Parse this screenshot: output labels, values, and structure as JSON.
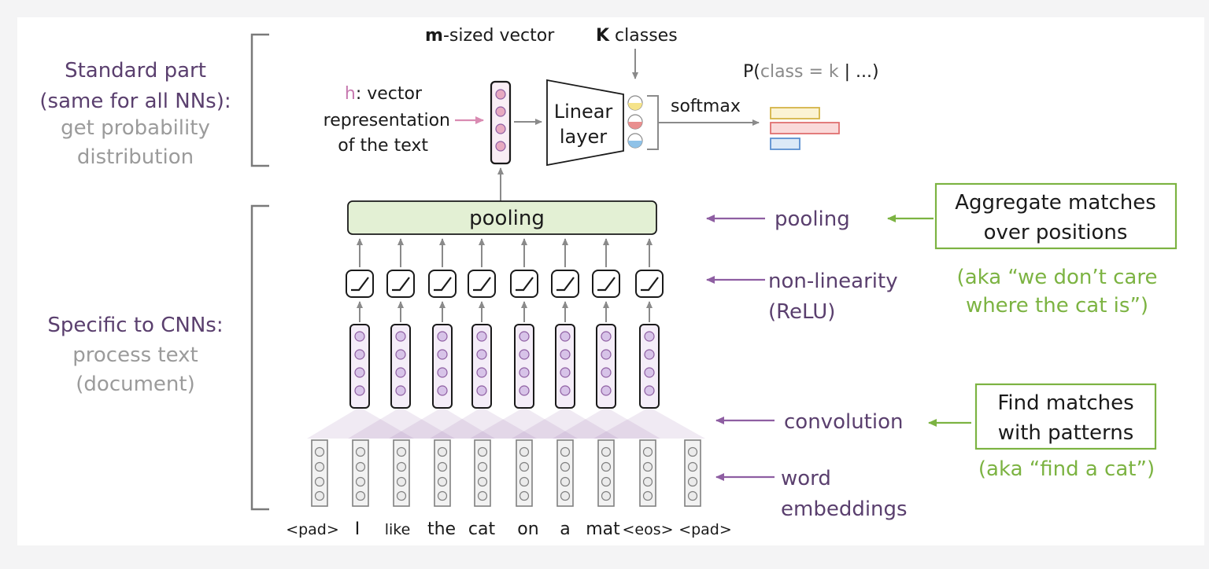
{
  "left_labels": {
    "standard": {
      "title": [
        "Standard part",
        "(same for all NNs):"
      ],
      "desc": [
        "get probability",
        "distribution"
      ]
    },
    "specific": {
      "title": [
        "Specific to CNNs:"
      ],
      "desc": [
        "process text",
        "(document)"
      ]
    }
  },
  "top": {
    "m_sized_bold": "m",
    "m_sized_rest": "-sized vector",
    "k_classes_bold": "K",
    "k_classes_rest": " classes",
    "h_letter": "h",
    "h_rest": ": vector",
    "h_line2": "representation",
    "h_line3": "of the text",
    "linear_line1": "Linear",
    "linear_line2": "layer",
    "softmax": "softmax",
    "prob_p": "P(",
    "prob_class": "class",
    "prob_eq": " = ",
    "prob_k": "k",
    "prob_rest": " | ...)"
  },
  "pooling_box_label": "pooling",
  "right_labels": {
    "pooling": "pooling",
    "nonlinearity": [
      "non-linearity",
      "(ReLU)"
    ],
    "convolution": "convolution",
    "embeddings": [
      "word",
      "embeddings"
    ]
  },
  "notes": {
    "aggregate": {
      "box": [
        "Aggregate matches",
        "over positions"
      ],
      "aka": [
        "(aka “we don’t care",
        "where the cat is”)"
      ]
    },
    "find": {
      "box": [
        "Find matches",
        "with patterns"
      ],
      "aka": [
        "(aka “find a cat”)"
      ]
    }
  },
  "words": [
    "<pad>",
    "I",
    "like",
    "the",
    "cat",
    "on",
    "a",
    "mat",
    "<eos>",
    "<pad>"
  ],
  "colors": {
    "purple": "#8e5ea2",
    "green": "#7cb342",
    "pooling_fill": "#e3f0d4",
    "lilac": "#e5d7ee",
    "pink": "#e7a9c0",
    "prob_bars": [
      "#f5e6b3",
      "#f6c7c7",
      "#cfe0f5"
    ]
  },
  "icons": {
    "relu": "relu-icon",
    "dot": "circle-icon"
  }
}
